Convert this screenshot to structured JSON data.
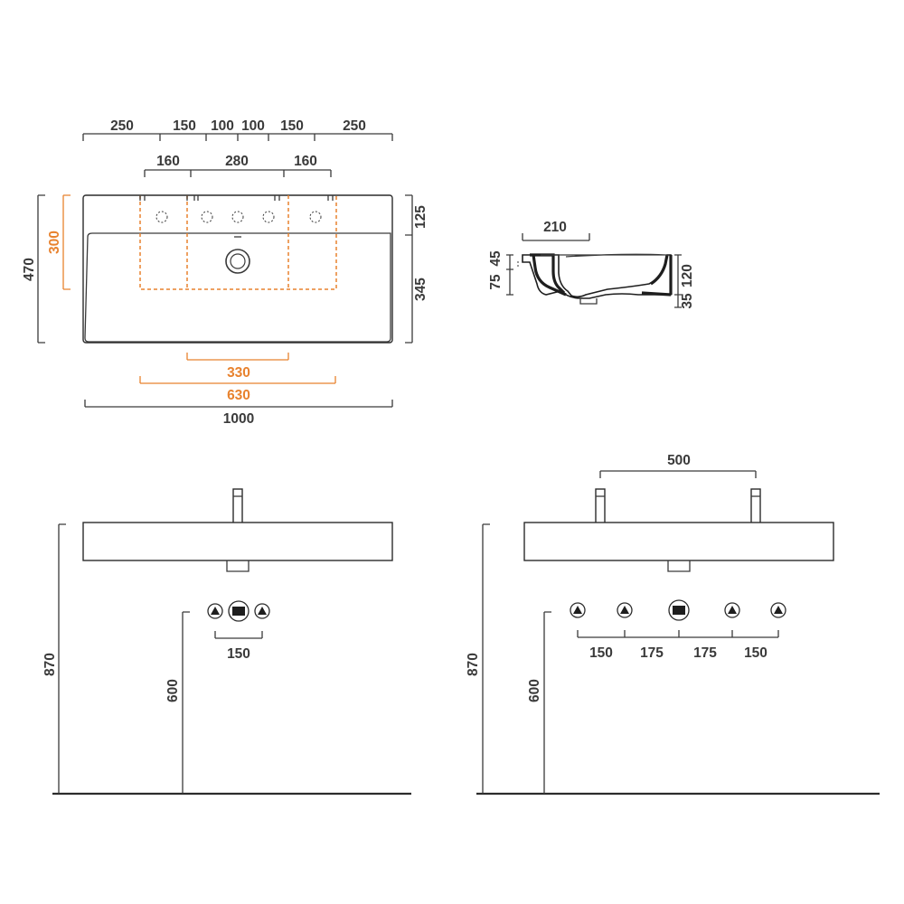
{
  "plan_view": {
    "top_dims": [
      "250",
      "150",
      "100",
      "100",
      "150",
      "250"
    ],
    "mid_dims": [
      "160",
      "280",
      "160"
    ],
    "left_outer": "470",
    "left_inner_orange": "300",
    "right_top": "125",
    "right_bottom": "345",
    "bottom_orange_1": "330",
    "bottom_orange_2": "630",
    "bottom_total": "1000"
  },
  "section_view": {
    "top": "210",
    "left_1": "75",
    "left_2": "45",
    "right_1": "35",
    "right_2": "120"
  },
  "elevation_single": {
    "height_total": "870",
    "height_outlet": "600",
    "spacing": "150"
  },
  "elevation_double": {
    "tap_spacing": "500",
    "height_total": "870",
    "height_outlet": "600",
    "spacings": [
      "150",
      "175",
      "175",
      "150"
    ]
  },
  "colors": {
    "line": "#3a3a3a",
    "accent": "#e8822e"
  }
}
